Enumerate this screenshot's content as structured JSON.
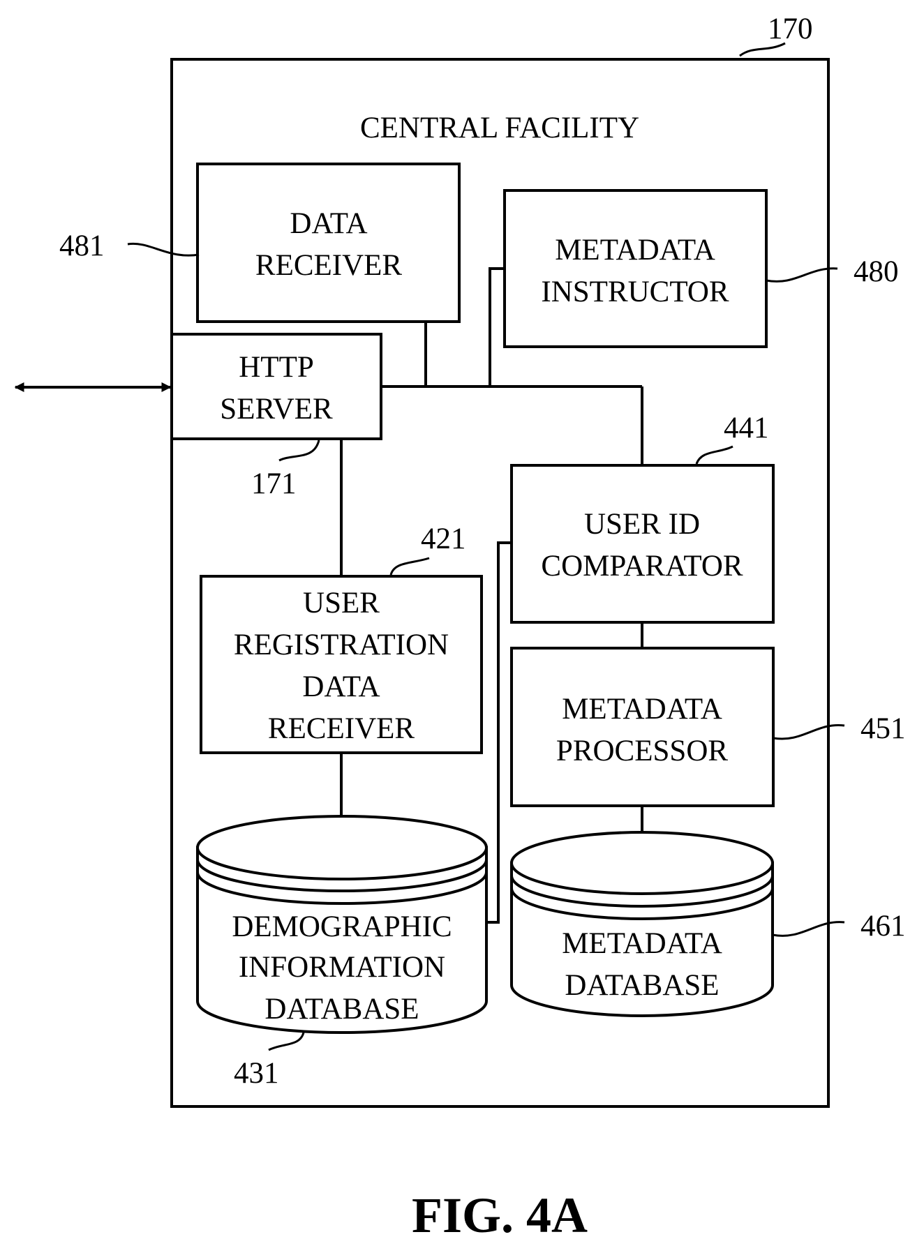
{
  "title": "CENTRAL FACILITY",
  "figure_label": "FIG. 4A",
  "refs": {
    "facility": "170",
    "http_server": "171",
    "data_receiver": "481",
    "metadata_instructor": "480",
    "user_id_comparator": "441",
    "user_registration": "421",
    "metadata_processor": "451",
    "demographic_db": "431",
    "metadata_db": "461"
  },
  "blocks": {
    "data_receiver": [
      "DATA",
      "RECEIVER"
    ],
    "metadata_instructor": [
      "METADATA",
      "INSTRUCTOR"
    ],
    "http_server": [
      "HTTP",
      "SERVER"
    ],
    "user_id_comparator": [
      "USER ID",
      "COMPARATOR"
    ],
    "user_registration": [
      "USER",
      "REGISTRATION",
      "DATA",
      "RECEIVER"
    ],
    "metadata_processor": [
      "METADATA",
      "PROCESSOR"
    ],
    "demographic_db": [
      "DEMOGRAPHIC",
      "INFORMATION",
      "DATABASE"
    ],
    "metadata_db": [
      "METADATA",
      "DATABASE"
    ]
  }
}
